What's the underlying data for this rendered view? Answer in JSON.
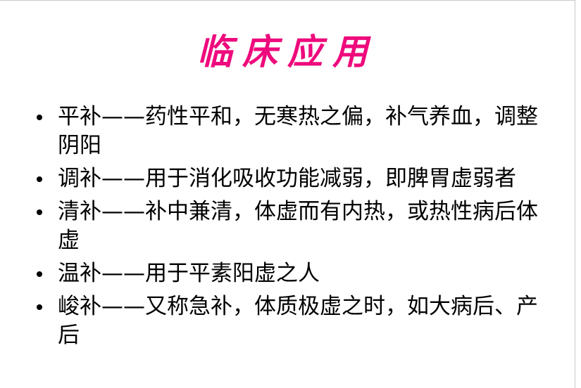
{
  "title": {
    "text": "临床应用",
    "color": "#ee0a7c"
  },
  "bullets": [
    {
      "text": "平补——药性平和，无寒热之偏，补气养血，调整阴阳"
    },
    {
      "text": "调补——用于消化吸收功能减弱，即脾胃虚弱者"
    },
    {
      "text": "清补——补中兼清，体虚而有内热，或热性病后体虚"
    },
    {
      "text": "温补——用于平素阳虚之人"
    },
    {
      "text": "峻补——又称急补，体质极虚之时，如大病后、产后"
    }
  ]
}
